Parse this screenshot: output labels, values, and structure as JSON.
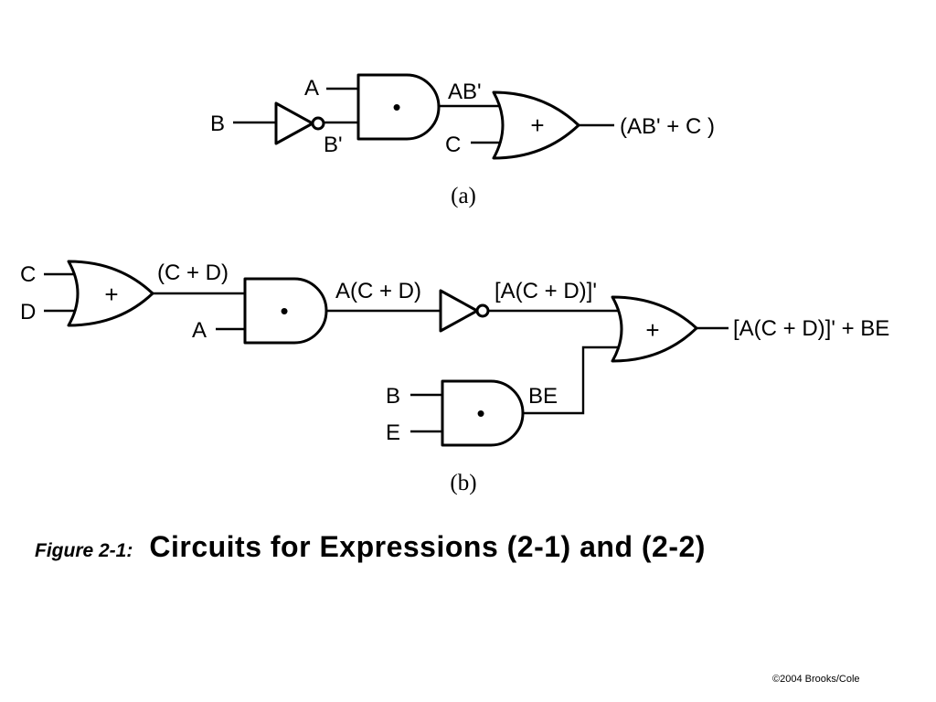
{
  "circuit_a": {
    "inputs": {
      "a": "A",
      "b": "B",
      "c": "C"
    },
    "inverter_output": "B'",
    "and_output": "AB'",
    "output": "(AB' + C )",
    "and_symbol": "•",
    "or_symbol": "+",
    "sublabel": "(a)"
  },
  "circuit_b": {
    "inputs": {
      "c": "C",
      "d": "D",
      "a": "A",
      "b": "B",
      "e": "E"
    },
    "or1_output": "(C + D)",
    "and1_output": "A(C + D)",
    "inverter_output": "[A(C + D)]'",
    "and2_output": "BE",
    "output": "[A(C + D)]' + BE",
    "and_symbol": "•",
    "or_symbol": "+",
    "sublabel": "(b)"
  },
  "caption": {
    "prefix": "Figure 2-1:",
    "title": "Circuits for Expressions (2-1) and (2-2)"
  },
  "copyright": "©2004 Brooks/Cole"
}
